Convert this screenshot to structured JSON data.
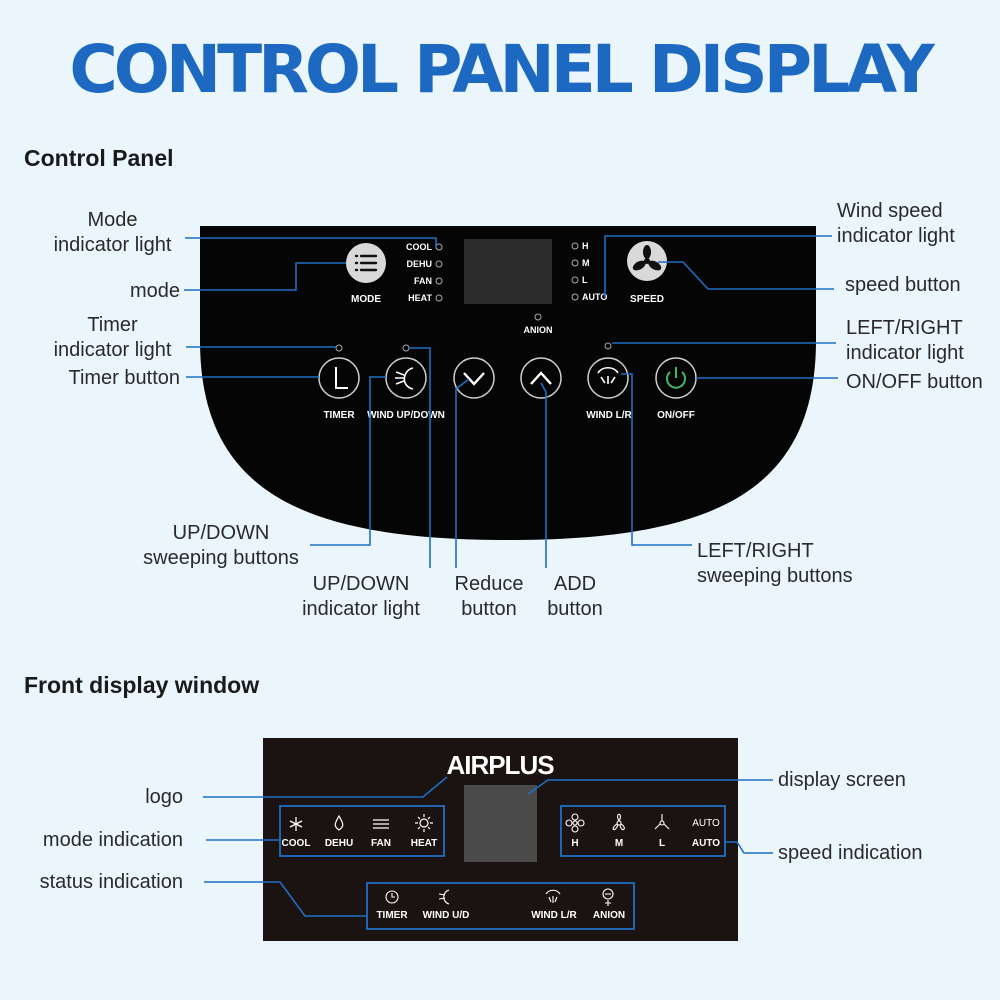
{
  "title": "CONTROL PANEL DISPLAY",
  "sections": {
    "control_panel": "Control Panel",
    "front_display": "Front display window"
  },
  "panel": {
    "mode_items": [
      "COOL",
      "DEHU",
      "FAN",
      "HEAT"
    ],
    "speed_items": [
      "H",
      "M",
      "L",
      "AUTO"
    ],
    "mode_label": "MODE",
    "speed_label": "SPEED",
    "anion_label": "ANION",
    "timer_label": "TIMER",
    "wind_updown_label": "WIND UP/DOWN",
    "wind_lr_label": "WIND L/R",
    "onoff_label": "ON/OFF"
  },
  "callouts": {
    "mode_indicator": "Mode\nindicator light",
    "mode": "mode",
    "timer_indicator": "Timer\nindicator light",
    "timer_button": "Timer button",
    "updown_sweep": "UP/DOWN\nsweeping buttons",
    "updown_indicator": "UP/DOWN\nindicator light",
    "reduce": "Reduce\nbutton",
    "add": "ADD\nbutton",
    "lr_sweep": "LEFT/RIGHT\nsweeping buttons",
    "wind_speed_indicator": "Wind speed\nindicator light",
    "speed_button": "speed button",
    "lr_indicator": "LEFT/RIGHT\nindicator light",
    "onoff": "ON/OFF button"
  },
  "front": {
    "logo": "AIRPLUS",
    "mode_items": [
      "COOL",
      "DEHU",
      "FAN",
      "HEAT"
    ],
    "speed_items": [
      "H",
      "M",
      "L",
      "AUTO"
    ],
    "speed_auto_icon_text": "AUTO",
    "status_items": [
      "TIMER",
      "WIND U/D",
      "WIND L/R",
      "ANION"
    ]
  },
  "front_callouts": {
    "logo": "logo",
    "mode_indication": "mode indication",
    "status_indication": "status indication",
    "display_screen": "display screen",
    "speed_indication": "speed indication"
  },
  "colors": {
    "title": "#1d69c2",
    "background": "#eaf5fc",
    "panel": "#050505",
    "front_panel": "#1a1312",
    "leader": "#1e6fc4",
    "power_icon": "#3fb86b"
  }
}
